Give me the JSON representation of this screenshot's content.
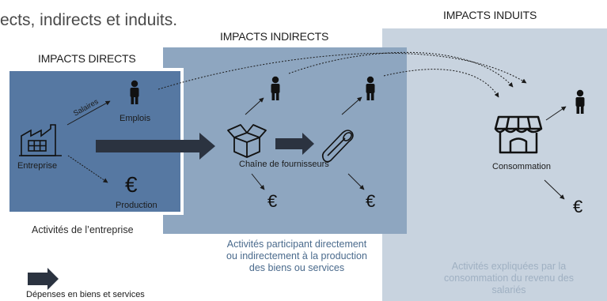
{
  "intro_text": "ects, indirects et induits.",
  "headers": {
    "directs": "IMPACTS DIRECTS",
    "indirects": "IMPACTS INDIRECTS",
    "induits": "IMPACTS INDUITS"
  },
  "labels": {
    "salaires": "Salaires",
    "emplois": "Emplois",
    "entreprise": "Entreprise",
    "production": "Production",
    "chaine": "Chaîne de fournisseurs",
    "consommation": "Consommation",
    "euro": "€"
  },
  "captions": {
    "directs": "Activités de l’entreprise",
    "indirects_1": "Activités participant directement",
    "indirects_2": "ou indirectement à la production",
    "indirects_3": "des biens ou services",
    "induits_1": "Activités expliquées par la",
    "induits_2": "consommation du revenu des",
    "induits_3": "salariés"
  },
  "legend": {
    "label": "Dépenses en biens et services"
  },
  "icons": [
    "factory-icon",
    "person-icon",
    "euro-icon",
    "box-icon",
    "supply-roll-icon",
    "store-icon",
    "thick-arrow-icon"
  ],
  "colors": {
    "directs_bg": "#5678a2",
    "indirects_bg": "#8ea6c0",
    "induits_bg": "#c8d3df",
    "arrow_dark": "#2b3340",
    "caption_directs": "#2a2a2a",
    "caption_indirects": "#4a6a8c",
    "caption_induits": "#9fb0c2"
  }
}
